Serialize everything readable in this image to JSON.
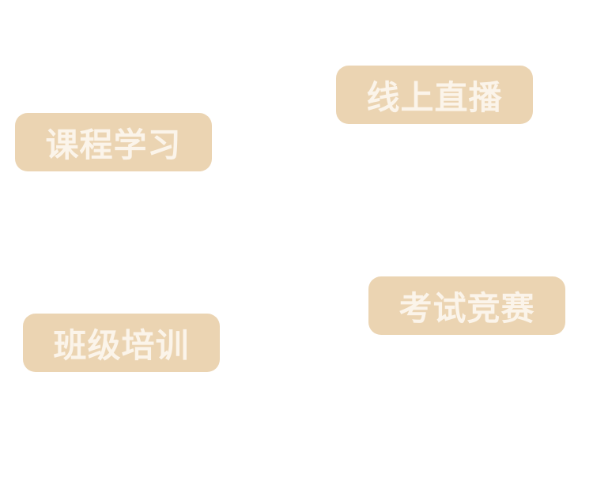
{
  "buttons": [
    {
      "label": "课程学习"
    },
    {
      "label": "线上直播"
    },
    {
      "label": "班级培训"
    },
    {
      "label": "考试竞赛"
    }
  ],
  "colors": {
    "pill_bg": "#ebd4b2",
    "pill_text": "#fbf4ea",
    "background": "#ffffff"
  }
}
